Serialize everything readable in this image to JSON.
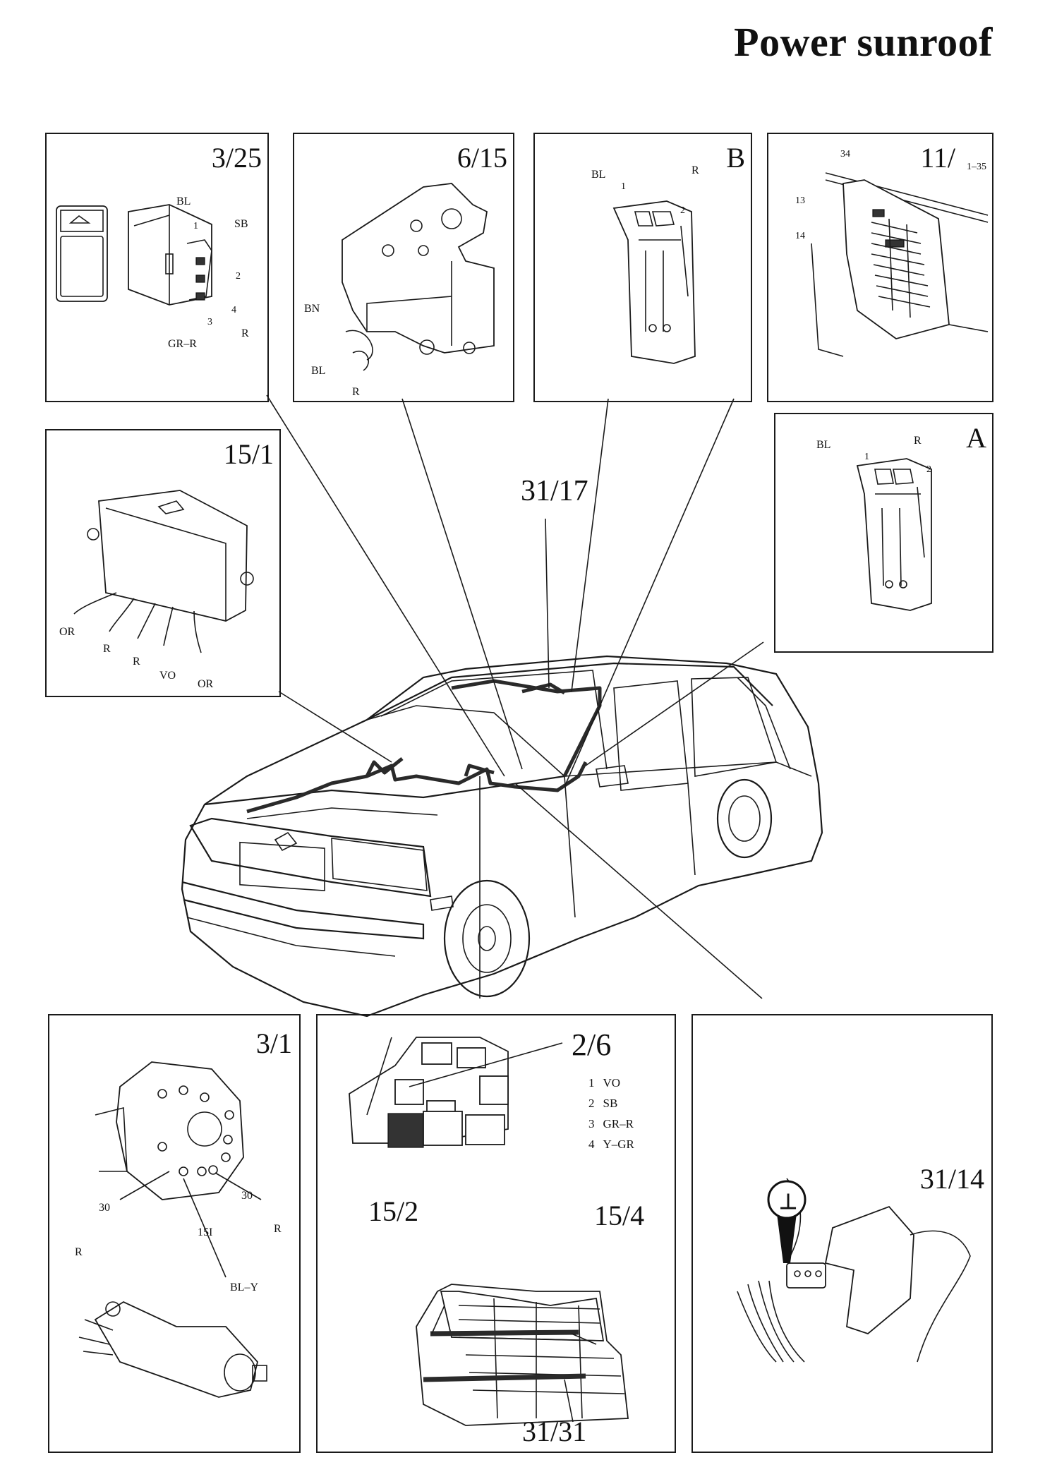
{
  "title": "Power sunroof",
  "panels": {
    "p3_25": {
      "id": "3/25",
      "labels": [
        "BL",
        "1",
        "SB",
        "2",
        "4",
        "3",
        "R",
        "GR–R"
      ]
    },
    "p6_15": {
      "id": "6/15",
      "labels": [
        "BN",
        "BL",
        "R"
      ]
    },
    "pB": {
      "id": "B",
      "labels": [
        "BL",
        "1",
        "R",
        "2"
      ]
    },
    "p11": {
      "id": "11/",
      "sub": "1–35",
      "labels": [
        "34",
        "13",
        "14"
      ]
    },
    "p15_1": {
      "id": "15/1",
      "labels": [
        "OR",
        "R",
        "R",
        "VO",
        "OR"
      ]
    },
    "pA": {
      "id": "A",
      "labels": [
        "BL",
        "1",
        "R",
        "2"
      ]
    },
    "p3_1": {
      "id": "3/1",
      "labels": [
        "30",
        "R",
        "30",
        "R",
        "15I",
        "BL–Y"
      ]
    },
    "p2_6": {
      "id": "2/6",
      "pins": [
        {
          "num": "1",
          "color": "VO"
        },
        {
          "num": "2",
          "color": "SB"
        },
        {
          "num": "3",
          "color": "GR–R"
        },
        {
          "num": "4",
          "color": "Y–GR"
        }
      ],
      "fuse_labels": [
        "15/2",
        "15/4",
        "31/31"
      ]
    },
    "p31_14": {
      "id": "31/14",
      "ground_symbol": "⊥"
    }
  },
  "callout_31_17": "31/17"
}
